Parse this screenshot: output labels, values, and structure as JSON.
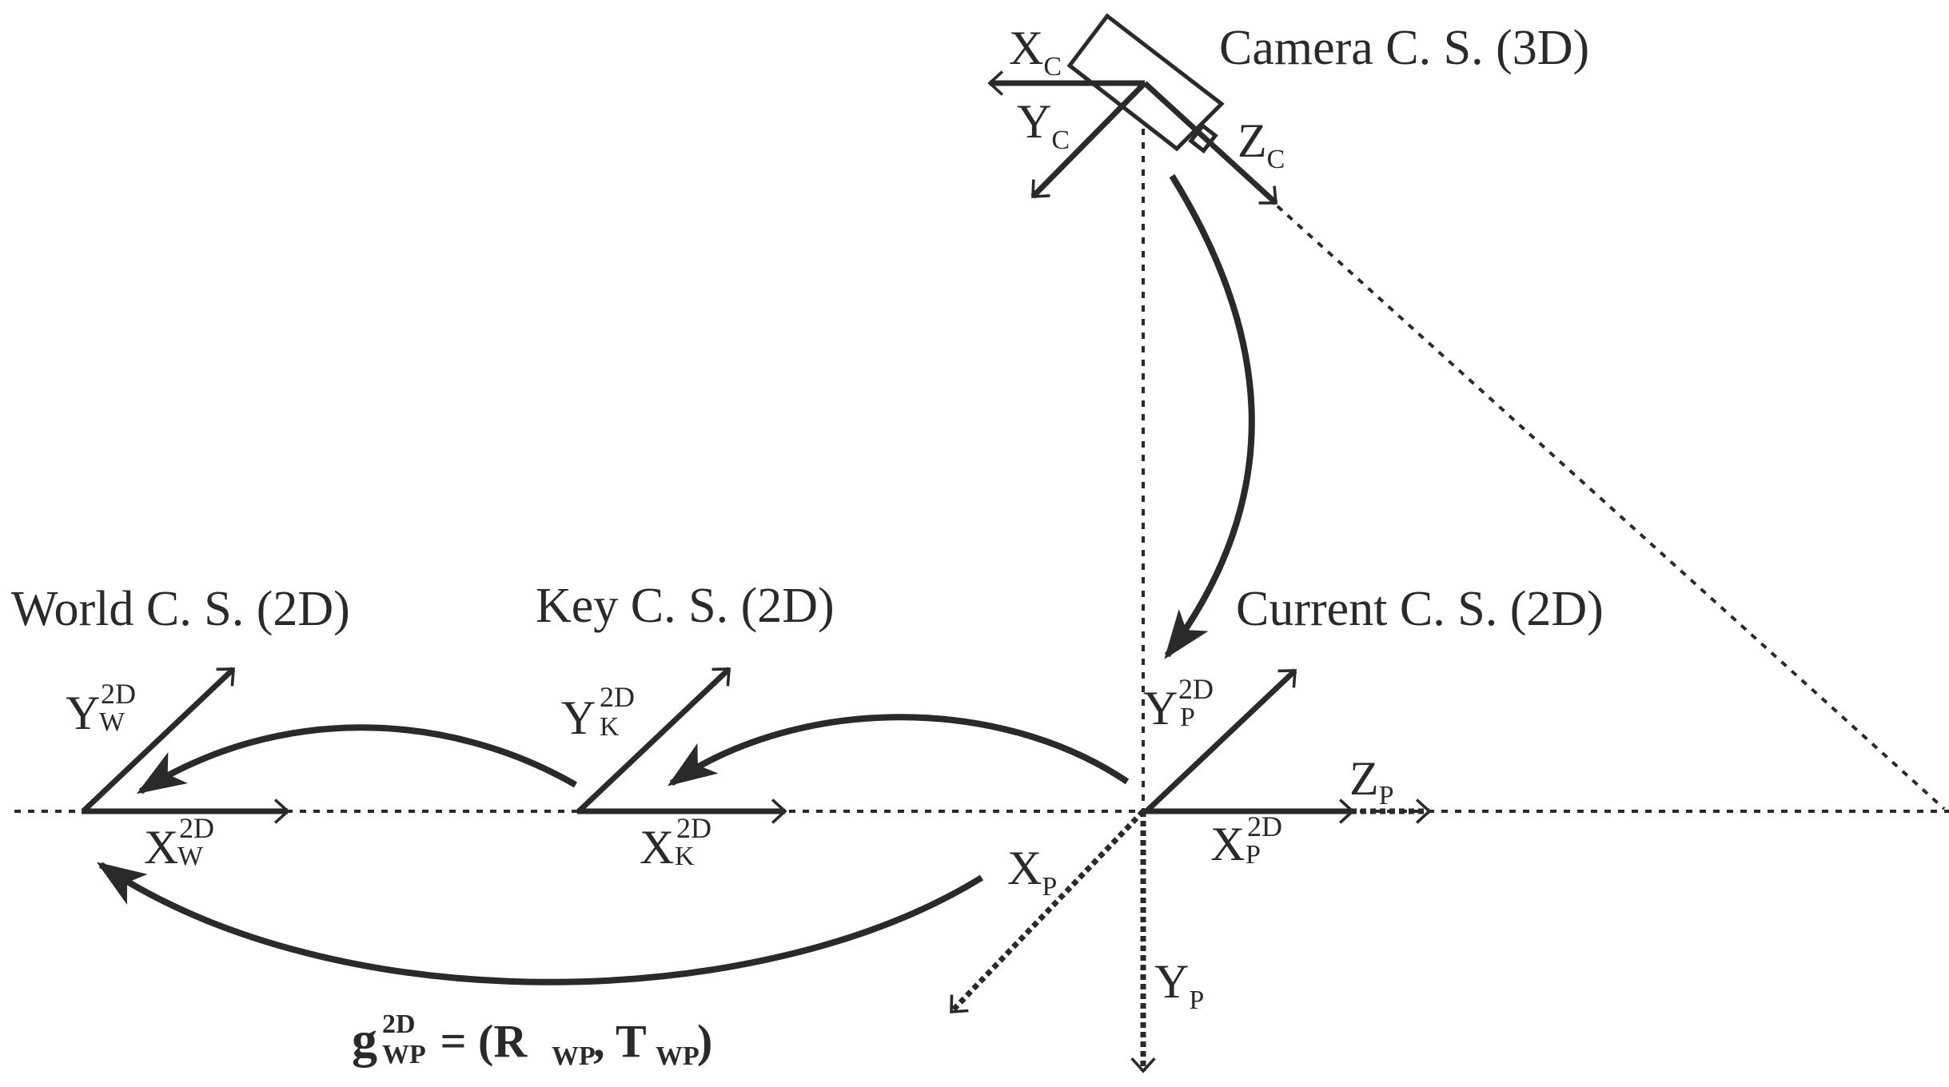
{
  "titles": {
    "camera": "Camera C. S. (3D)",
    "world": "World C. S. (2D)",
    "key": "Key C. S. (2D)",
    "current": "Current C. S. (2D)"
  },
  "camera_axes": {
    "x_base": "X",
    "x_sub": "C",
    "y_base": "Y",
    "y_sub": "C",
    "z_base": "Z",
    "z_sub": "C"
  },
  "world_axes": {
    "y_base": "Y",
    "y_sup": "2D",
    "y_sub": "W",
    "x_base": "X",
    "x_sup": "2D",
    "x_sub": "W"
  },
  "key_axes": {
    "y_base": "Y",
    "y_sup": "2D",
    "y_sub": "K",
    "x_base": "X",
    "x_sup": "2D",
    "x_sub": "K"
  },
  "current_axes": {
    "y2d_base": "Y",
    "y2d_sup": "2D",
    "y2d_sub": "P",
    "x2d_base": "X",
    "x2d_sup": "2D",
    "x2d_sub": "P",
    "z_base": "Z",
    "z_sub": "P",
    "x_base": "X",
    "x_sub": "P",
    "y_base": "Y",
    "y_sub": "P"
  },
  "formula": {
    "g": "g",
    "g_sup": "2D",
    "g_sub": "WP",
    "eq": " = (R",
    "r_sub": "WP",
    "comma": ", T",
    "t_sub": "WP",
    "close": ")"
  },
  "colors": {
    "ink": "#2a2a2a",
    "background": "#ffffff"
  }
}
